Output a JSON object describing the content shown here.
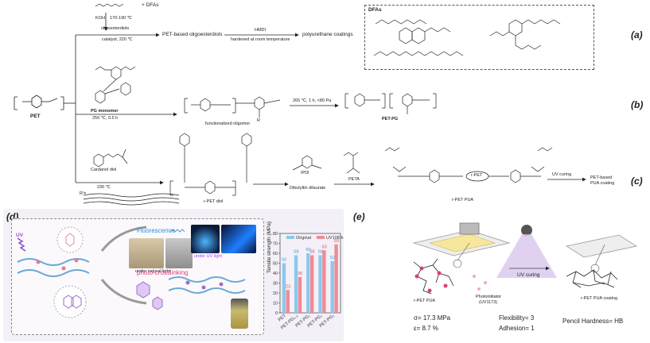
{
  "panel_labels": {
    "a": "(a)",
    "b": "(b)",
    "c": "(c)",
    "d": "(d)",
    "e": "(e)"
  },
  "route_a": {
    "reagents": "+ DFAs",
    "koh": "KOH",
    "koh_temp": "170-190 ℃",
    "oligoesterdiols": "oligoesterdiols",
    "catalyst": "catalyst; 220 ℃",
    "pet_based": "PET-based oligoesterdiols",
    "hmdi": "HMDI",
    "hardened": "hardened at room temperature",
    "product": "polyurethane coatings",
    "dfas_title": "DFAs"
  },
  "route_b": {
    "monomer_label": "PG monomer",
    "condition1": "250 ℃, 0.5 h",
    "intermediate": "functionalized oligomer",
    "condition2": "265 ℃, 1 h, <80 Pa",
    "product": "PET-PG",
    "r_label": "R"
  },
  "route_c": {
    "cardanol": "Cardanol diol",
    "temp": "230 ℃",
    "r_eq": "R'=",
    "r_pet_diol": "r-PET diol",
    "ipdi": "IPDI",
    "dibutyltin": "Dibutyltin dilaurate",
    "peta": "PETA",
    "r_pet_pua": "r-PET PUA",
    "r_pet_mid": "r-PET",
    "uv": "UV curing",
    "product_line1": "PET-based",
    "product_line2": "PUA coating"
  },
  "pet_label": "PET",
  "panel_d": {
    "uv": "UV",
    "fluorescence": "Fluorescence",
    "natural_light": "under natural light",
    "uv_light": "under UV light",
    "photo_crosslinking": "photo-crosslinking"
  },
  "panel_e": {
    "rpet_pua": "r-PET PUA",
    "photoinitiator_line1": "Photoinitiator",
    "photoinitiator_line2": "(UV1173)",
    "uv_curing": "UV curing",
    "coating": "r-PET PUA coating",
    "sigma": "σ= 17.3 MPa",
    "epsilon": "ε= 8.7 %",
    "flexibility": "Flexibility= 3",
    "adhesion": "Adhesion= 1",
    "hardness": "Pencil Hardness= HB"
  },
  "chart_data": {
    "type": "bar",
    "ylabel": "Tensile strength (MPa)",
    "ylim": [
      0,
      80
    ],
    "yticks": [
      0,
      10,
      20,
      30,
      40,
      50,
      60,
      70,
      80
    ],
    "categories": [
      "PET",
      "PET-PG₀.₅",
      "PET-PG₁",
      "PET-PG₂",
      "PET-PG₅"
    ],
    "series": [
      {
        "name": "Original",
        "values": [
          50,
          58,
          60,
          58,
          52
        ],
        "color": "#8cc8ec"
      },
      {
        "name": "UV108 h",
        "values": [
          23,
          36,
          58,
          63,
          69
        ],
        "color": "#f08a96"
      }
    ],
    "value_labels": [
      [
        "50",
        "58",
        "60",
        "58",
        "52"
      ],
      [
        "23",
        "36",
        "58",
        "63",
        "69"
      ]
    ],
    "legend_position": "top"
  }
}
